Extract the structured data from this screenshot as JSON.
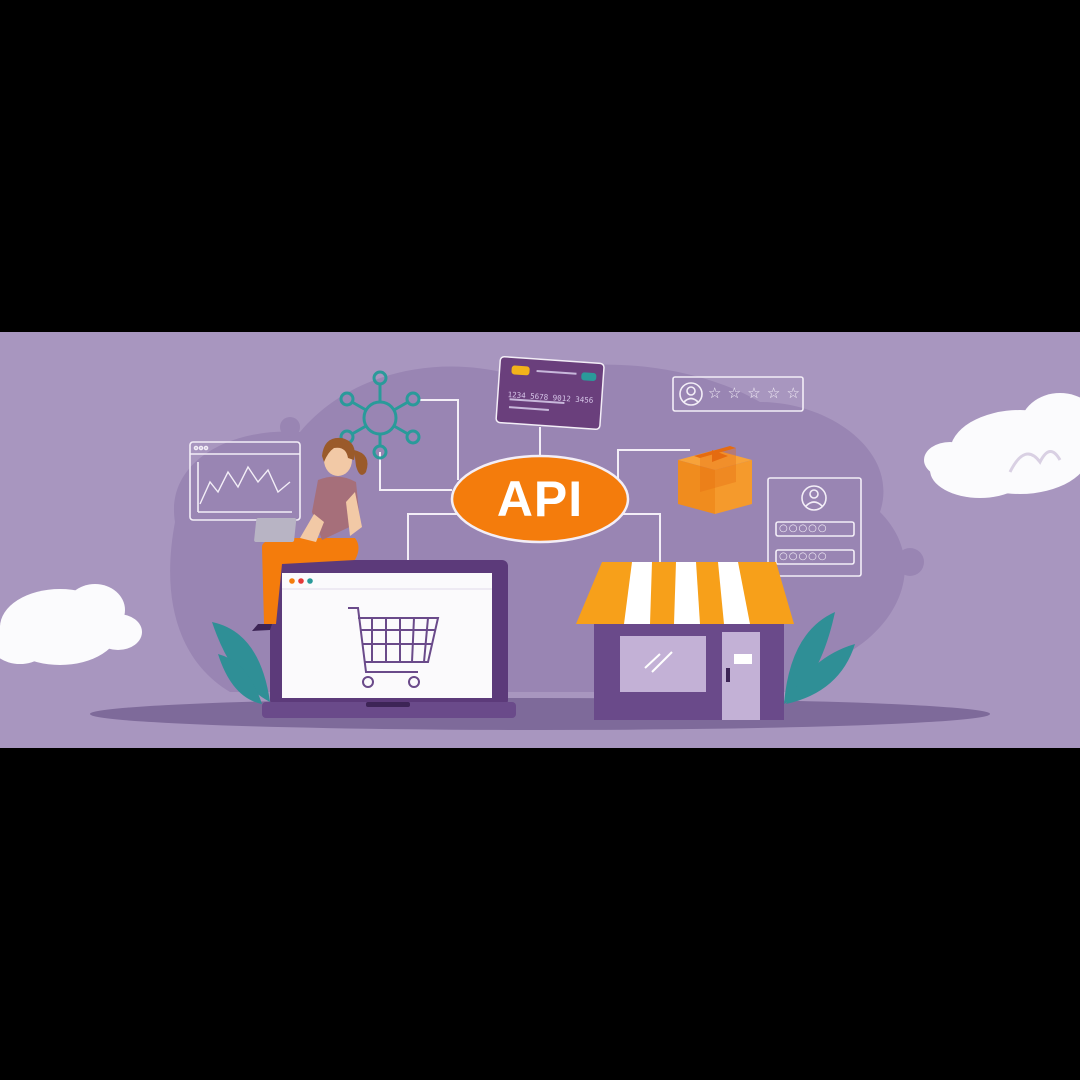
{
  "hub": {
    "label": "API"
  },
  "payment_card": {
    "number": "1234 5678 9012 3456"
  },
  "review_widget": {
    "stars": 5,
    "star_glyph": "☆"
  },
  "login_widget": {
    "password_mask": "○○○○○"
  },
  "colors": {
    "background": "#a896bf",
    "accent_orange": "#f47c0c",
    "deep_purple": "#6a4a8a",
    "teal": "#2a9a9a",
    "leaf": "#2f8f96"
  }
}
